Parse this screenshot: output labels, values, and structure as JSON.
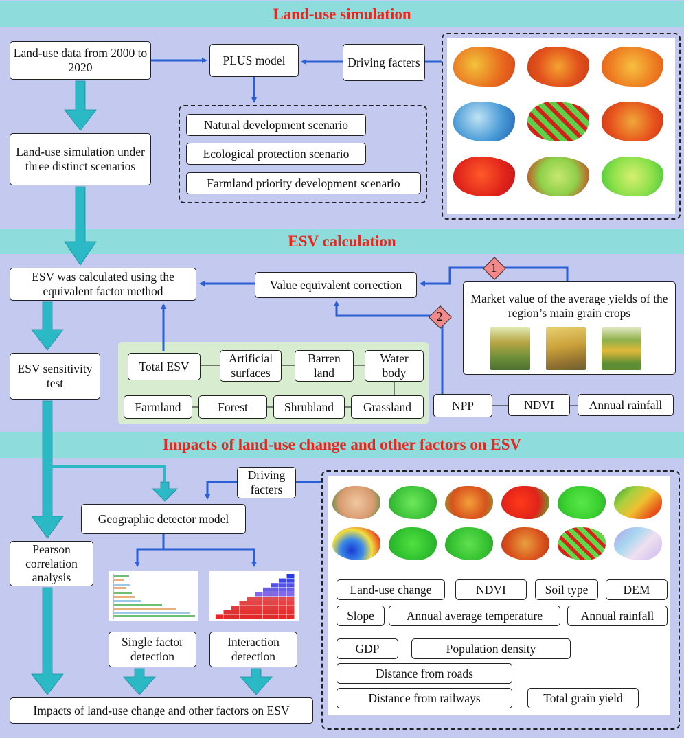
{
  "colors": {
    "panel": "#c3c9ef",
    "band": "#8fdcdc",
    "band_text": "#e8261e",
    "arrow_blue": "#2a5fd6",
    "flow_teal": "#2bb9c6"
  },
  "sections": {
    "s1": "Land-use simulation",
    "s2": "ESV calculation",
    "s3": "Impacts of land-use change and other factors on ESV"
  },
  "s1": {
    "landuse_data": "Land-use data from 2000 to 2020",
    "plus_model": "PLUS model",
    "driving_facters": "Driving facters",
    "simulation": "Land-use simulation under three distinct scenarios",
    "scenarios": [
      "Natural development scenario",
      "Ecological protection scenario",
      "Farmland priority development scenario"
    ]
  },
  "s2": {
    "esv_calc": "ESV was calculated using the equivalent factor method",
    "value_correction": "Value equivalent correction",
    "market_value": "Market value of the average yields of the region’s main grain crops",
    "sensitivity": "ESV sensitivity test",
    "markers": [
      "1",
      "2"
    ],
    "esv_tree": {
      "total": "Total ESV",
      "top": [
        "Artificial surfaces",
        "Barren land",
        "Water body"
      ],
      "bottom": [
        "Farmland",
        "Forest",
        "Shrubland",
        "Grassland"
      ]
    },
    "factors": [
      "NPP",
      "NDVI",
      "Annual rainfall"
    ]
  },
  "s3": {
    "driving_facters": "Driving facters",
    "geo_detector": "Geographic detector model",
    "pearson": "Pearson correlation analysis",
    "single_factor": "Single factor detection",
    "interaction": "Interaction detection",
    "impacts": "Impacts of land-use change and other factors on ESV",
    "factor_row1": [
      "Land-use change",
      "NDVI",
      "Soil type",
      "DEM"
    ],
    "factor_row2": [
      "Slope",
      "Annual average temperature",
      "Annual rainfall"
    ],
    "factor_row3": [
      "GDP",
      "Population density"
    ],
    "factor_row4": [
      "Distance from roads"
    ],
    "factor_row5": [
      "Distance from railways",
      "Total grain yield"
    ]
  }
}
